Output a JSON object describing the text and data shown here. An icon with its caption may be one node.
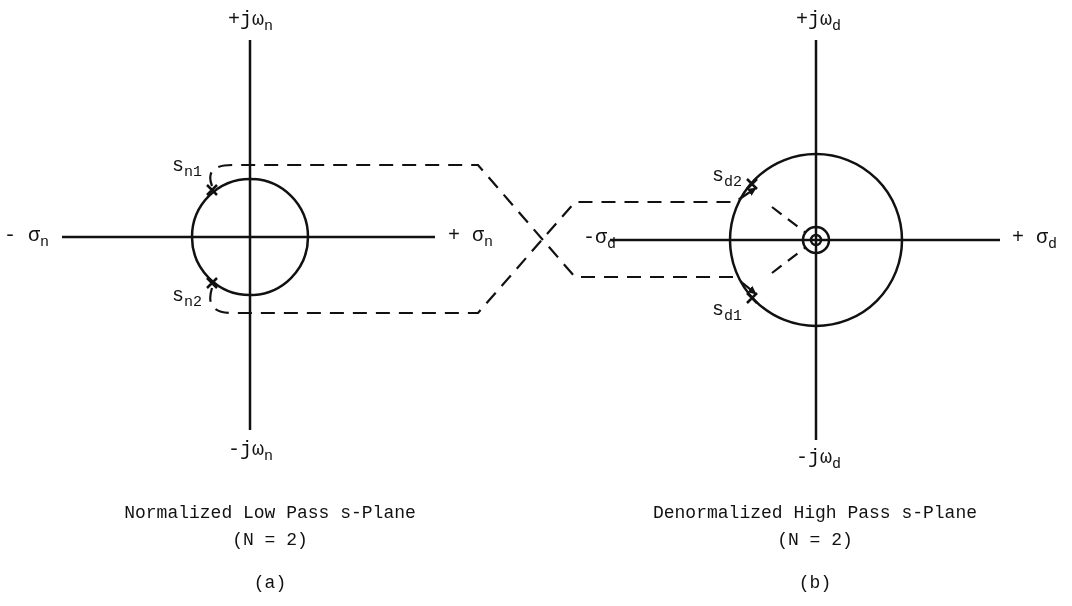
{
  "diagram": {
    "nodes": [
      {
        "text": [
          "s$_{n1}$"
        ]
      },
      {
        "text": [
          "s$_{n2}$"
        ]
      },
      {
        "text": [
          "s$_{d2}$"
        ]
      },
      {
        "text": [
          "s$_{d1}$"
        ]
      }
    ],
    "edges": [
      {
        "from": 0,
        "to": 3,
        "arrow": "to",
        "style": "dashed"
      },
      {
        "from": 1,
        "to": 2,
        "arrow": "to",
        "style": "dashed"
      }
    ],
    "labels": [
      "+jω$_{n}$",
      "- σ$_{n}$",
      "+ σ$_{n}$",
      "-jω$_{n}$",
      "+jω$_{d}$",
      "-σ$_{d}$",
      "+ σ$_{d}$",
      "-jω$_{d}$",
      "Normalized Low Pass s-Plane (N = 2)",
      "(a)",
      "Denormalized High Pass s-Plane (N = 2)",
      "(b)"
    ]
  }
}
